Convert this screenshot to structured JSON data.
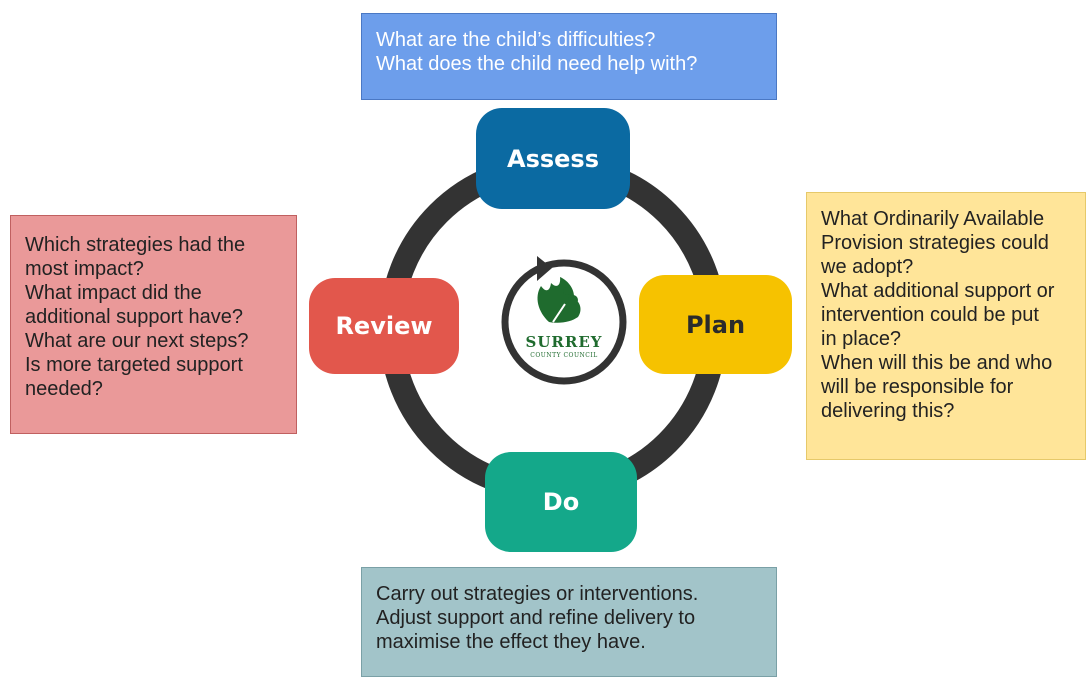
{
  "stages": {
    "assess": "Assess",
    "plan": "Plan",
    "do": "Do",
    "review": "Review"
  },
  "boxes": {
    "assess": "What are the child’s difficulties?\nWhat does the child need help with?",
    "plan": "What Ordinarily Available\nProvision strategies could\nwe adopt?\nWhat additional support or\nintervention could be put\nin place?\nWhen will this be and who\nwill be responsible for\ndelivering this?",
    "do": "Carry out strategies or interventions.\nAdjust support and refine delivery to\nmaximise the effect they have.",
    "review": "Which strategies had the\nmost impact?\nWhat impact did the\nadditional support have?\nWhat are our next steps?\nIs more targeted support\nneeded?"
  },
  "logo": {
    "name": "SURREY",
    "subtitle": "COUNTY COUNCIL",
    "icon": "oak-leaf-icon"
  },
  "colors": {
    "assess": "#0b6aa2",
    "plan": "#f6c200",
    "do": "#14a88a",
    "review": "#e2574c",
    "ring": "#333333",
    "logo": "#1f6b2e"
  }
}
